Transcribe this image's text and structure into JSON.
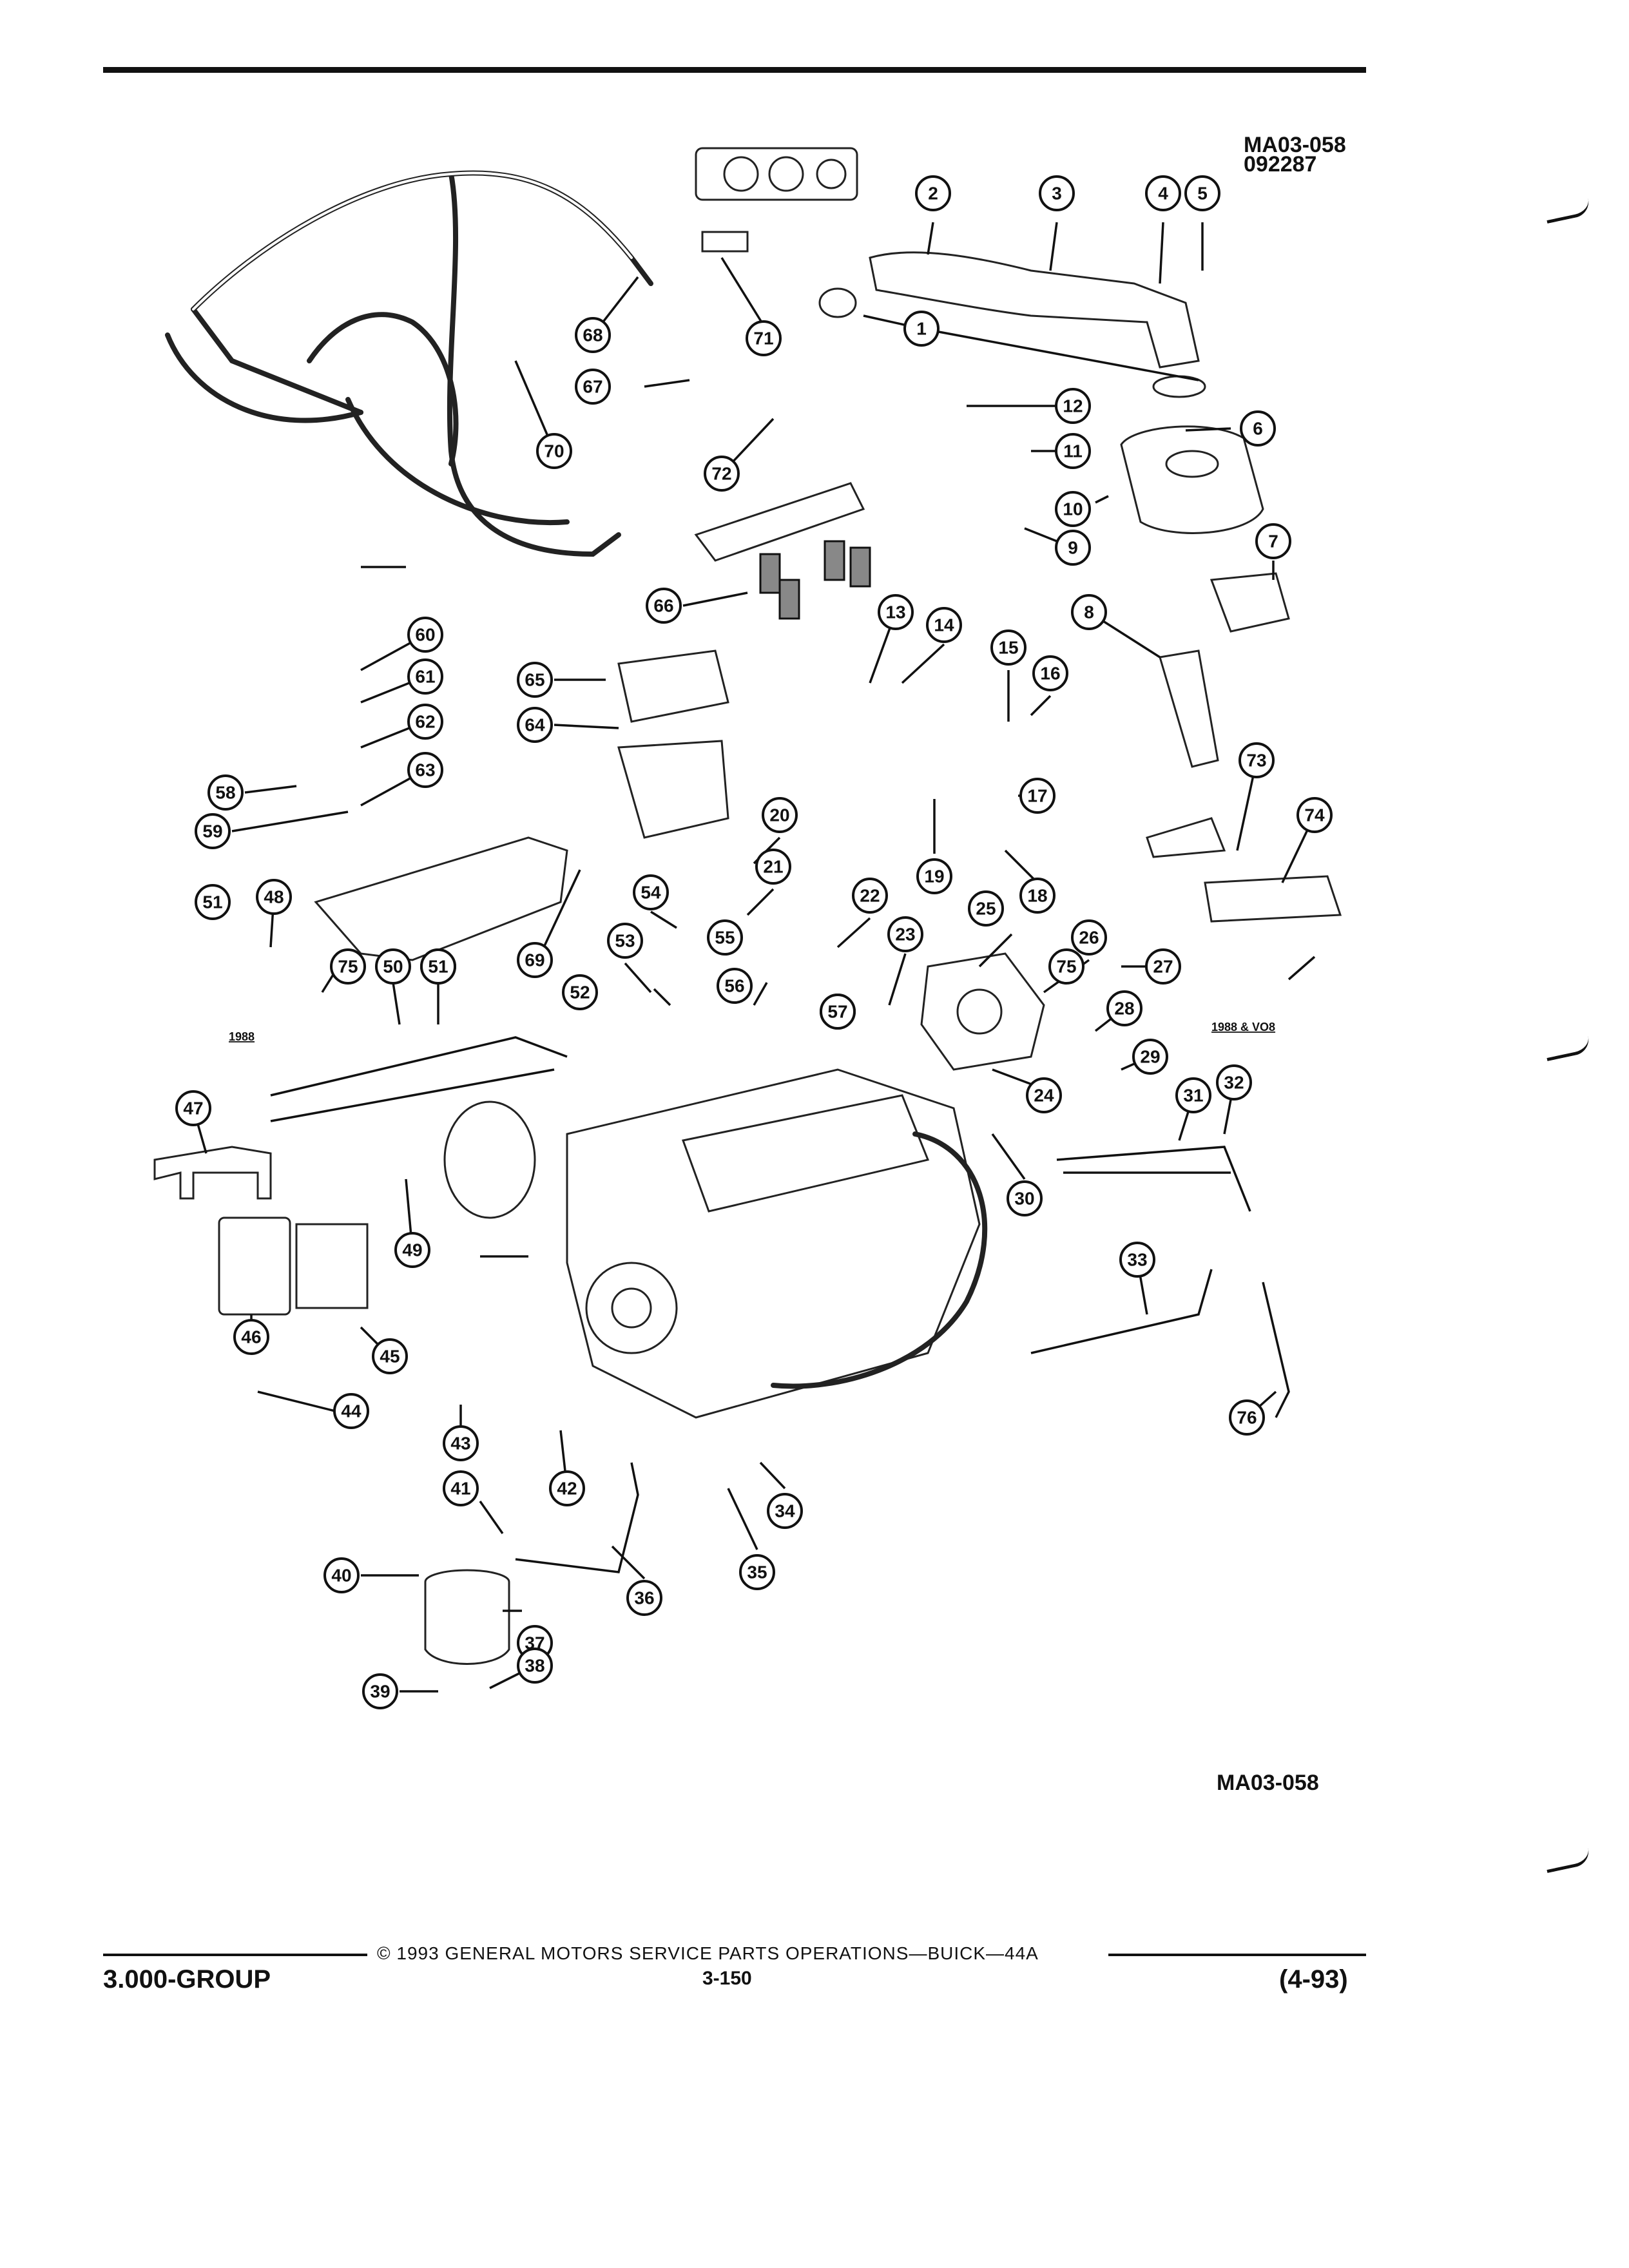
{
  "figure_code_top": "MA03-058",
  "figure_date_code": "092287",
  "figure_code_bottom": "MA03-058",
  "notes": {
    "n1988_left": "1988",
    "n1988_right": "1988 & VO8"
  },
  "callouts": [
    "1",
    "2",
    "3",
    "4",
    "5",
    "6",
    "7",
    "8",
    "9",
    "10",
    "11",
    "12",
    "13",
    "14",
    "15",
    "16",
    "17",
    "18",
    "19",
    "20",
    "21",
    "22",
    "23",
    "24",
    "25",
    "26",
    "27",
    "28",
    "29",
    "30",
    "31",
    "32",
    "33",
    "34",
    "35",
    "36",
    "37",
    "38",
    "39",
    "40",
    "41",
    "42",
    "43",
    "44",
    "45",
    "46",
    "47",
    "48",
    "49",
    "50",
    "51",
    "52",
    "53",
    "54",
    "55",
    "56",
    "57",
    "58",
    "59",
    "60",
    "61",
    "62",
    "63",
    "64",
    "65",
    "66",
    "67",
    "68",
    "69",
    "70",
    "71",
    "72",
    "73",
    "74",
    "75",
    "76"
  ],
  "footer": {
    "copyright": "© 1993 GENERAL MOTORS SERVICE PARTS OPERATIONS—BUICK—44A",
    "group": "3.000-GROUP",
    "page": "3-150",
    "date": "(4-93)"
  }
}
